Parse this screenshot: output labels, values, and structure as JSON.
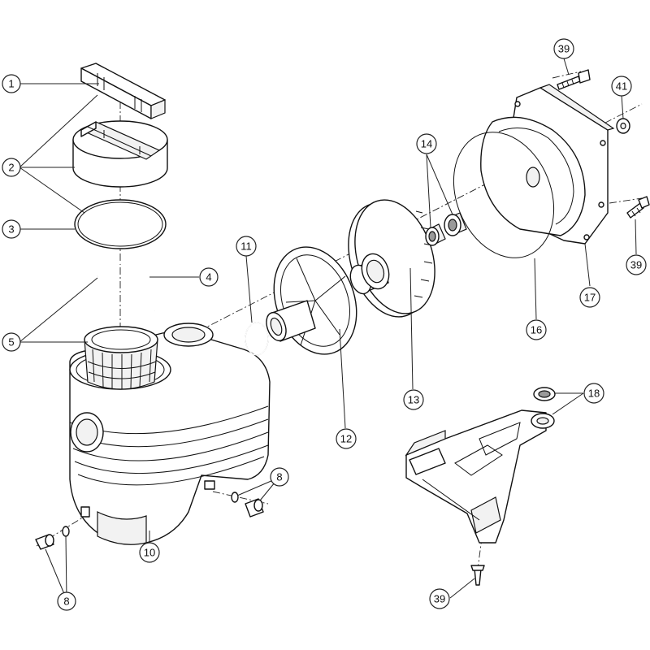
{
  "diagram": {
    "callouts": [
      {
        "id": "c1",
        "label": "1"
      },
      {
        "id": "c2",
        "label": "2"
      },
      {
        "id": "c3",
        "label": "3"
      },
      {
        "id": "c4",
        "label": "4"
      },
      {
        "id": "c5",
        "label": "5"
      },
      {
        "id": "c8a",
        "label": "8"
      },
      {
        "id": "c8b",
        "label": "8"
      },
      {
        "id": "c10",
        "label": "10"
      },
      {
        "id": "c11",
        "label": "11"
      },
      {
        "id": "c12",
        "label": "12"
      },
      {
        "id": "c13",
        "label": "13"
      },
      {
        "id": "c14",
        "label": "14"
      },
      {
        "id": "c16",
        "label": "16"
      },
      {
        "id": "c17",
        "label": "17"
      },
      {
        "id": "c18",
        "label": "18"
      },
      {
        "id": "c39a",
        "label": "39"
      },
      {
        "id": "c39b",
        "label": "39"
      },
      {
        "id": "c39c",
        "label": "39"
      },
      {
        "id": "c41",
        "label": "41"
      }
    ]
  }
}
